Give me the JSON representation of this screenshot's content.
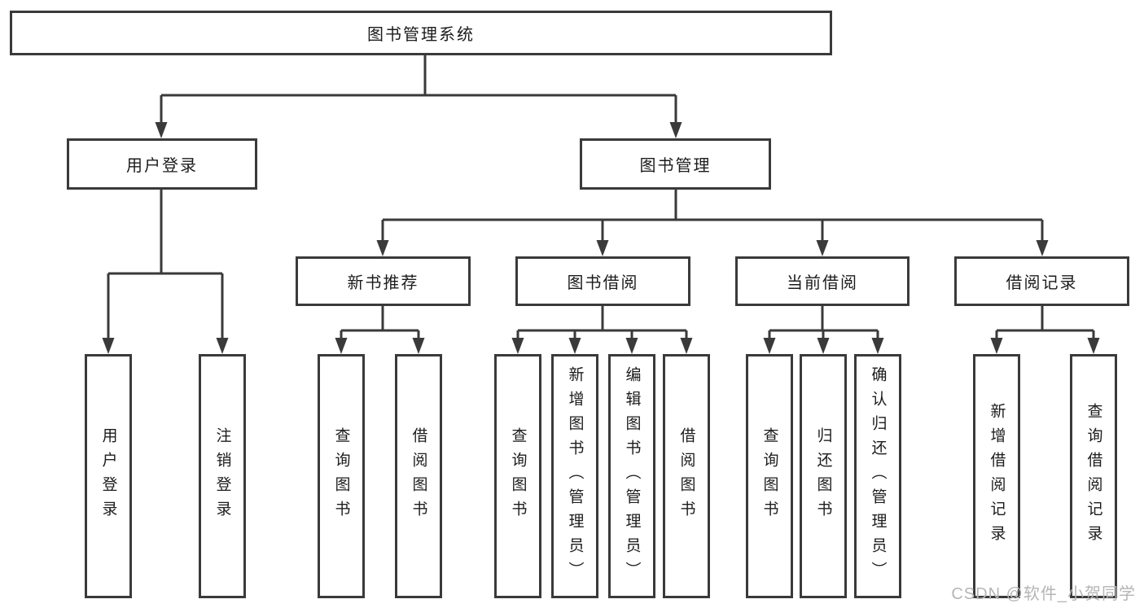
{
  "colors": {
    "line": "#3a3a3a",
    "box_border": "#3a3a3a",
    "box_fill": "#ffffff",
    "text": "#1c1c1c",
    "watermark": "#b5b5b5",
    "background": "#ffffff"
  },
  "watermark": "CSDN @软件_小贺同学",
  "tree": {
    "root": {
      "label": "图书管理系统",
      "children": [
        {
          "label": "用户登录",
          "children": [
            {
              "label": "用户登录"
            },
            {
              "label": "注销登录"
            }
          ]
        },
        {
          "label": "图书管理",
          "children": [
            {
              "label": "新书推荐",
              "children": [
                {
                  "label": "查询图书"
                },
                {
                  "label": "借阅图书"
                }
              ]
            },
            {
              "label": "图书借阅",
              "children": [
                {
                  "label": "查询图书"
                },
                {
                  "label": "新增图书（管理员）"
                },
                {
                  "label": "编辑图书（管理员）"
                },
                {
                  "label": "借阅图书"
                }
              ]
            },
            {
              "label": "当前借阅",
              "children": [
                {
                  "label": "查询图书"
                },
                {
                  "label": "归还图书"
                },
                {
                  "label": "确认归还（管理员）"
                }
              ]
            },
            {
              "label": "借阅记录",
              "children": [
                {
                  "label": "新增借阅记录"
                },
                {
                  "label": "查询借阅记录"
                }
              ]
            }
          ]
        }
      ]
    }
  }
}
